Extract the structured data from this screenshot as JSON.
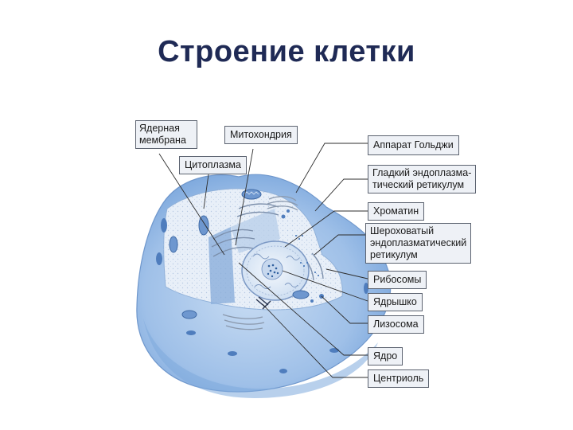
{
  "title": "Строение клетки",
  "labels": {
    "nuclear_membrane": "Ядерная мембрана",
    "mitochondrion": "Митохондрия",
    "cytoplasm": "Цитоплазма",
    "golgi": "Аппарат Гольджи",
    "smooth_er_1": "Гладкий эндоплазма-",
    "smooth_er_2": "тический ретикулум",
    "chromatin": "Хроматин",
    "rough_er_1": "Шероховатый",
    "rough_er_2": "эндоплазматический",
    "rough_er_3": "ретикулум",
    "ribosomes": "Рибосомы",
    "nucleolus": "Ядрышко",
    "lysosome": "Лизосома",
    "nucleus": "Ядро",
    "centriole": "Центриоль"
  },
  "colors": {
    "title": "#1f2a55",
    "cell_fill": "#9fc0e8",
    "cell_dark": "#6c98d2",
    "cut_face": "#e6eef8",
    "nucleus": "#d9e6f5",
    "organelle": "#5a85c0"
  }
}
